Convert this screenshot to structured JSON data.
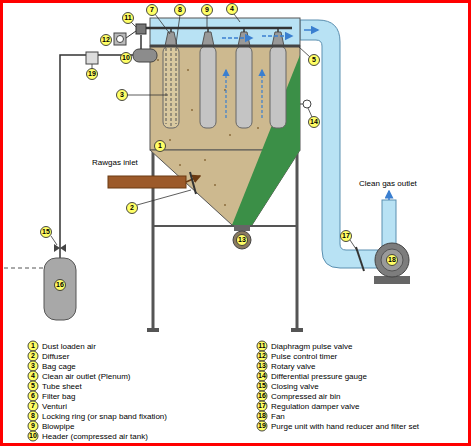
{
  "diagram": {
    "labels": [
      "11",
      "12",
      "7",
      "8",
      "9",
      "4",
      "10",
      "19",
      "3",
      "5",
      "1",
      "14",
      "2",
      "15",
      "16",
      "13",
      "17",
      "18",
      "Rawgas inlet",
      "Clean gas outlet",
      "1",
      "Dust loaden air",
      "2",
      "Diffuser",
      "3",
      "Bag cage",
      "4",
      "Clean air outlet (Plenum)",
      "5",
      "Tube sheet",
      "6",
      "Filter bag",
      "7",
      "Venturi",
      "8",
      "Locking ring (or snap band fixation)",
      "9",
      "Blowpipe",
      "10",
      "Header (compressed air tank)",
      "11",
      "Diaphragm pulse valve",
      "12",
      "Pulse control timer",
      "13",
      "Rotary valve",
      "14",
      "Differential pressure gauge",
      "15",
      "Closing valve",
      "16",
      "Compressed air bin",
      "17",
      "Regulation damper valve",
      "18",
      "Fan",
      "19",
      "Purge unit with hand reducer and filter set"
    ]
  }
}
